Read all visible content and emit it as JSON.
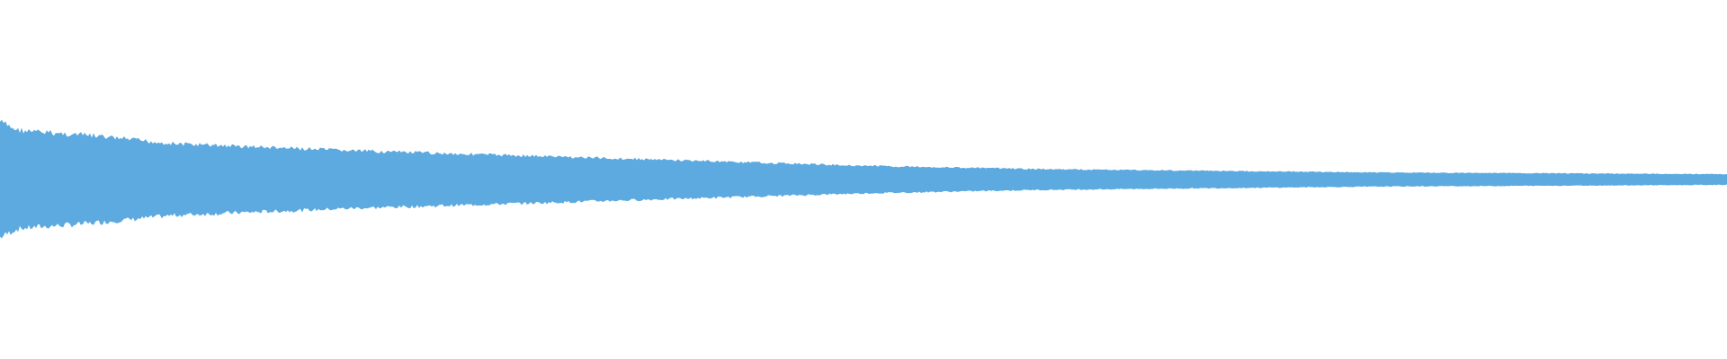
{
  "colors": {
    "background": "#ffffff",
    "waveform": "#5DAAE0"
  },
  "chart_data": {
    "type": "area",
    "kind": "audio-waveform",
    "title": "",
    "xlabel": "",
    "ylabel": "",
    "grid": false,
    "legend": "none",
    "x": [
      0,
      0.01,
      0.02,
      0.05,
      0.1,
      0.15,
      0.2,
      0.3,
      0.4,
      0.5,
      0.6,
      0.7,
      0.8,
      0.9,
      1.0
    ],
    "ylim": [
      -1,
      1
    ],
    "series": [
      {
        "envelope_peak": [
          0.34,
          0.29,
          0.28,
          0.26,
          0.21,
          0.19,
          0.17,
          0.14,
          0.11,
          0.08,
          0.06,
          0.05,
          0.04,
          0.035,
          0.03
        ]
      }
    ]
  }
}
